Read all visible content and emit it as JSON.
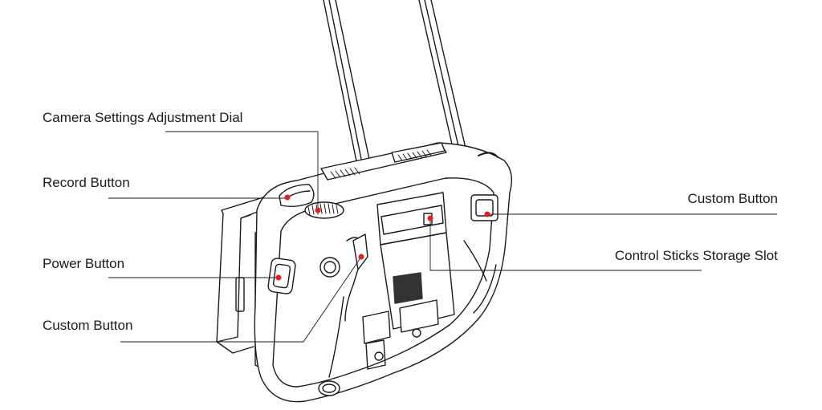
{
  "diagram": {
    "accent_color": "#e02020",
    "line_color": "#1a1a1a",
    "callouts": {
      "camera_settings_dial": "Camera Settings Adjustment Dial",
      "record_button": "Record Button",
      "power_button": "Power Button",
      "custom_button_left": "Custom Button",
      "custom_button_right": "Custom Button",
      "control_sticks_slot": "Control Sticks Storage Slot"
    }
  }
}
